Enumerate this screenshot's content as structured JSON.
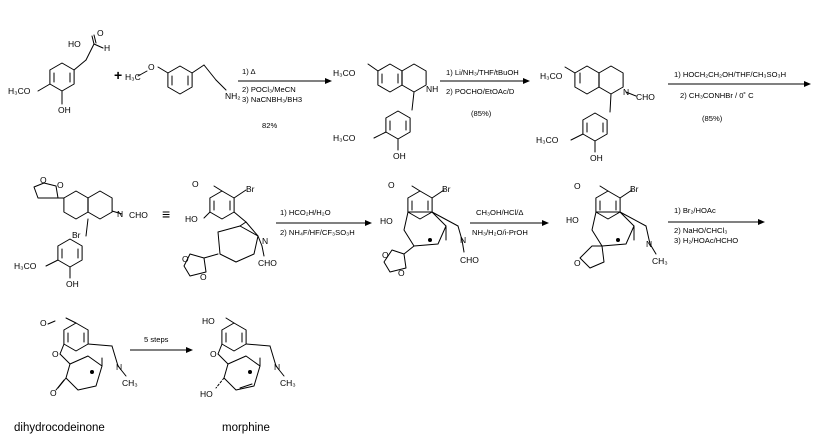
{
  "colors": {
    "background": "#ffffff",
    "ink": "#000000"
  },
  "structure_labels": {
    "acid_oh": "HO",
    "h3co_1": "H₃CO",
    "oh_1": "OH",
    "plus": "+",
    "amine_ome": "O",
    "nh2": "NH₂",
    "h3co_2": "H₃CO",
    "nh": "NH",
    "h3co_3": "H₃CO",
    "oh_2": "OH",
    "h3co_4": "H₃CO",
    "ncho_1": "N",
    "cho_1": "CHO",
    "h3co_5": "H₃CO",
    "oh_3": "OH",
    "ketal_o1": "O",
    "ketal_o2": "O",
    "ncho_2": "N",
    "cho_2": "CHO",
    "br_1": "Br",
    "h3co_6": "H₃CO",
    "oh_4": "OH",
    "equiv": "≡",
    "ome_7": "O",
    "br_2": "Br",
    "ho_7": "HO",
    "n_7": "N",
    "cho_7": "CHO",
    "o_7a": "O",
    "o_7b": "O",
    "ome_8": "O",
    "br_3": "Br",
    "ho_8": "HO",
    "n_8": "N",
    "cho_8": "CHO",
    "o_8a": "O",
    "o_8b": "O",
    "ome_9": "O",
    "br_4": "Br",
    "ho_9": "HO",
    "n_9": "N",
    "me_9": "CH₃",
    "ketone_9": "O",
    "ome_10": "O",
    "ring_o_10": "O",
    "ketone_10": "O",
    "n_10": "N",
    "me_10": "CH₃",
    "ho_11": "HO",
    "ring_o_11": "O",
    "ho_11b": "HO",
    "n_11": "N",
    "me_11": "CH₃"
  },
  "steps": [
    {
      "lines": [
        "1) Δ",
        "2) POCl₃/MeCN",
        "3) NaCNBH₃/BH3"
      ],
      "yield": "82%"
    },
    {
      "lines": [
        "1) Li/NH₃/THF/tBuOH",
        "2) POCHO/EtOAc/D"
      ],
      "yield": "(85%)"
    },
    {
      "lines": [
        "1) HOCH₂CH₂OH/THF/CH₃SO₃H",
        "2) CH₃CONHBr / 0˚ C"
      ],
      "yield": "(85%)"
    },
    {
      "lines": [
        "1) HCO₂H/H₂O",
        "2) NH₄F/HF/CF₃SO₃H"
      ],
      "yield": ""
    },
    {
      "lines": [
        "CH₃OH/HCl/Δ",
        "NH₃/H₂O/i-PrOH"
      ],
      "yield": ""
    },
    {
      "lines": [
        "1) Br₂/HOAc",
        "2) NaHO/CHCl₃",
        "3) H₂/HOAc/HCHO"
      ],
      "yield": ""
    },
    {
      "lines": [
        "5 steps"
      ],
      "yield": ""
    }
  ],
  "compound_names": {
    "dihydrocodeinone": "dihydrocodeinone",
    "morphine": "morphine"
  }
}
